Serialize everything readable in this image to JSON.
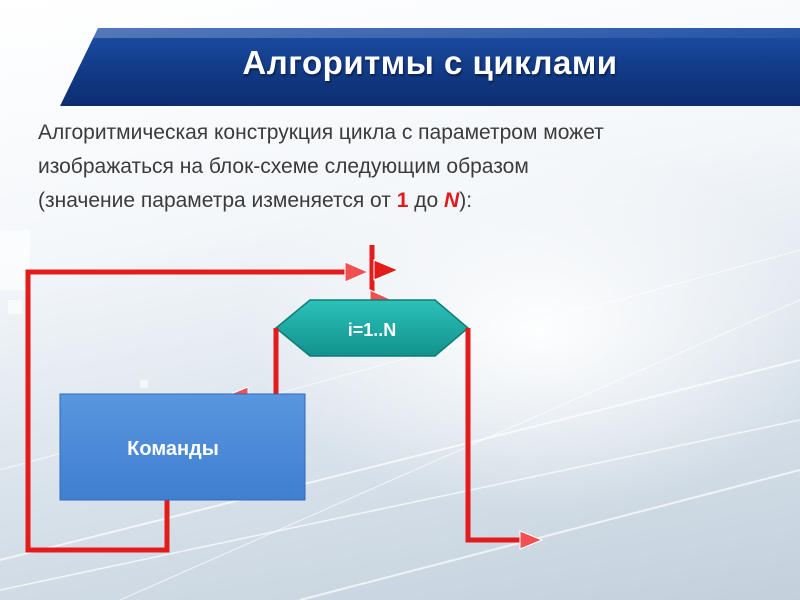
{
  "slide": {
    "title": "Алгоритмы с циклами",
    "intro_line1": "Алгоритмическая конструкция цикла с параметром может",
    "intro_line2": "изображаться на блок-схеме следующим образом",
    "intro_line3_before": "(значение параметра изменяется от ",
    "intro_from": "1",
    "intro_mid": " до ",
    "intro_to": "N",
    "intro_after": "):"
  },
  "diagram": {
    "loop_condition": "i=1..N",
    "body_label": "Команды",
    "colors": {
      "arrow": "#e31b1b",
      "hexagon": "#19a9a3",
      "body_box": "#4a88d6"
    }
  }
}
